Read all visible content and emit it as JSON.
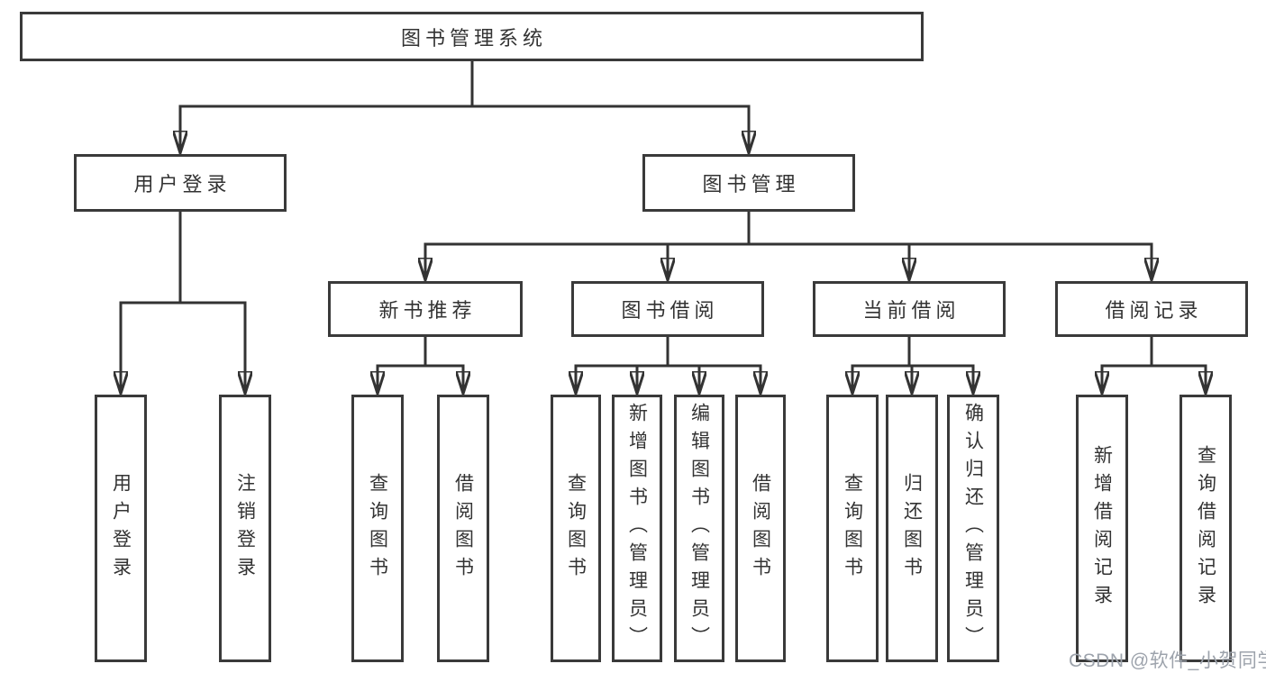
{
  "tree": {
    "root": {
      "label": "图书管理系统"
    },
    "branches": [
      {
        "label": "用户登录",
        "children": [
          {
            "label": "用户登录"
          },
          {
            "label": "注销登录"
          }
        ]
      },
      {
        "label": "图书管理",
        "groups": [
          {
            "label": "新书推荐",
            "children": [
              {
                "label": "查询图书"
              },
              {
                "label": "借阅图书"
              }
            ]
          },
          {
            "label": "图书借阅",
            "children": [
              {
                "label": "查询图书"
              },
              {
                "label": "新增图书（管理员）"
              },
              {
                "label": "编辑图书（管理员）"
              },
              {
                "label": "借阅图书"
              }
            ]
          },
          {
            "label": "当前借阅",
            "children": [
              {
                "label": "查询图书"
              },
              {
                "label": "归还图书"
              },
              {
                "label": "确认归还（管理员）"
              }
            ]
          },
          {
            "label": "借阅记录",
            "children": [
              {
                "label": "新增借阅记录"
              },
              {
                "label": "查询借阅记录"
              }
            ]
          }
        ]
      }
    ]
  },
  "watermark": {
    "text": "CSDN @软件_小贺同学"
  },
  "colors": {
    "line": "#333333",
    "box_border": "#3a3a3a",
    "text": "#333333",
    "watermark": "#9da3ac",
    "background": "#ffffff"
  }
}
